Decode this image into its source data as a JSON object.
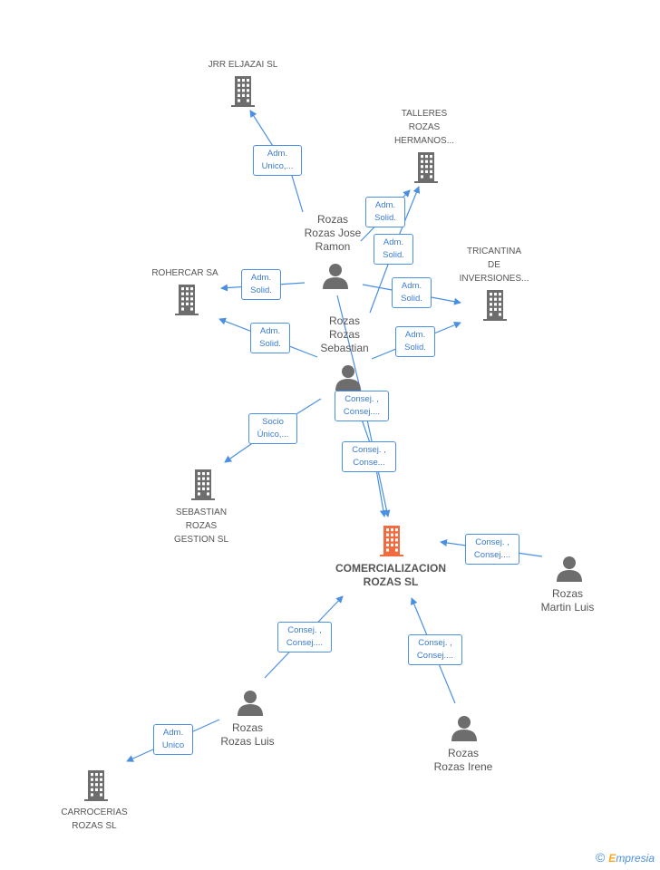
{
  "nodes": {
    "jrr": {
      "label": "JRR ELJAZAI SL",
      "kind": "company"
    },
    "talleres": {
      "label": "TALLERES\nROZAS\nHERMANOS...",
      "kind": "company"
    },
    "tricantina": {
      "label": "TRICANTINA\nDE\nINVERSIONES...",
      "kind": "company"
    },
    "rohercar": {
      "label": "ROHERCAR SA",
      "kind": "company"
    },
    "sebgestion": {
      "label": "SEBASTIAN\nROZAS\nGESTION SL",
      "kind": "company"
    },
    "main": {
      "label": "COMERCIALIZACION\nROZAS SL",
      "kind": "main-company"
    },
    "carrocerias": {
      "label": "CARROCERIAS\nROZAS SL",
      "kind": "company"
    },
    "joseramon": {
      "label": "Rozas\nRozas Jose\nRamon",
      "kind": "person"
    },
    "sebastian": {
      "label": "Rozas\nRozas\nSebastian",
      "kind": "person"
    },
    "martinluis": {
      "label": "Rozas\nMartin Luis",
      "kind": "person"
    },
    "luis": {
      "label": "Rozas\nRozas Luis",
      "kind": "person"
    },
    "irene": {
      "label": "Rozas\nRozas Irene",
      "kind": "person"
    }
  },
  "edge_labels": {
    "e1": "Adm.\nUnico,...",
    "e2": "Adm.\nSolid.",
    "e3": "Adm.\nSolid.",
    "e4": "Adm.\nSolid.",
    "e5": "Adm.\nSolid.",
    "e6": "Adm.\nSolid.",
    "e7": "Adm.\nSolid.",
    "e8": "Consej. ,\nConsej....",
    "e9": "Socio\nÚnico,...",
    "e10": "Consej. ,\nConse...",
    "e11": "Consej. ,\nConsej....",
    "e12": "Consej. ,\nConsej....",
    "e13": "Consej. ,\nConsej....",
    "e14": "Adm.\nUnico"
  },
  "colors": {
    "edge": "#4a90e2",
    "company_icon": "#6d6d6d",
    "main_company_icon": "#f26a3d",
    "person_icon": "#6d6d6d"
  },
  "footer": {
    "copyright": "©",
    "brand_initial": "E",
    "brand_rest": "mpresia"
  }
}
